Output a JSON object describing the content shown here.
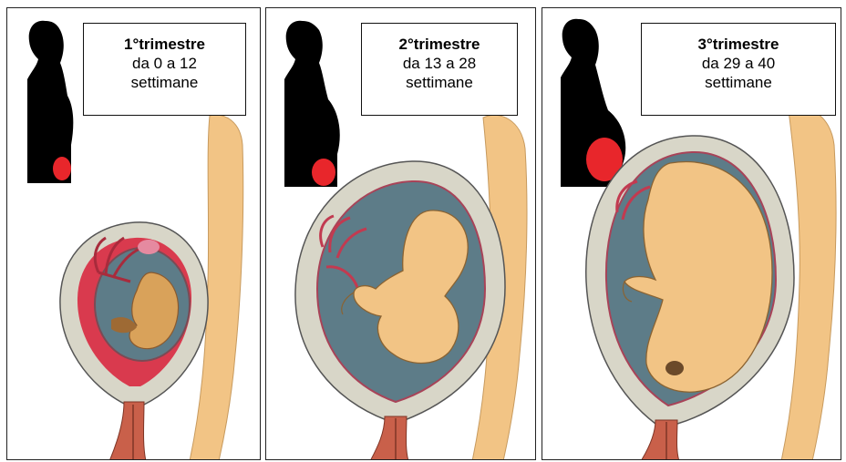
{
  "panels": [
    {
      "title": "1°trimestre",
      "range": "da 0 a 12",
      "unit": "settimane"
    },
    {
      "title": "2°trimestre",
      "range": "da 13 a 28",
      "unit": "settimane"
    },
    {
      "title": "3°trimestre",
      "range": "da 29 a 40",
      "unit": "settimane"
    }
  ],
  "colors": {
    "silhouette": "#000000",
    "uterus_highlight": "#e8262b",
    "uterine_wall": "#d8d6c8",
    "amniotic_fluid": "#5d7c88",
    "skin": "#f2c485",
    "placenta": "#d93a4e",
    "cervix": "#c9604a"
  }
}
